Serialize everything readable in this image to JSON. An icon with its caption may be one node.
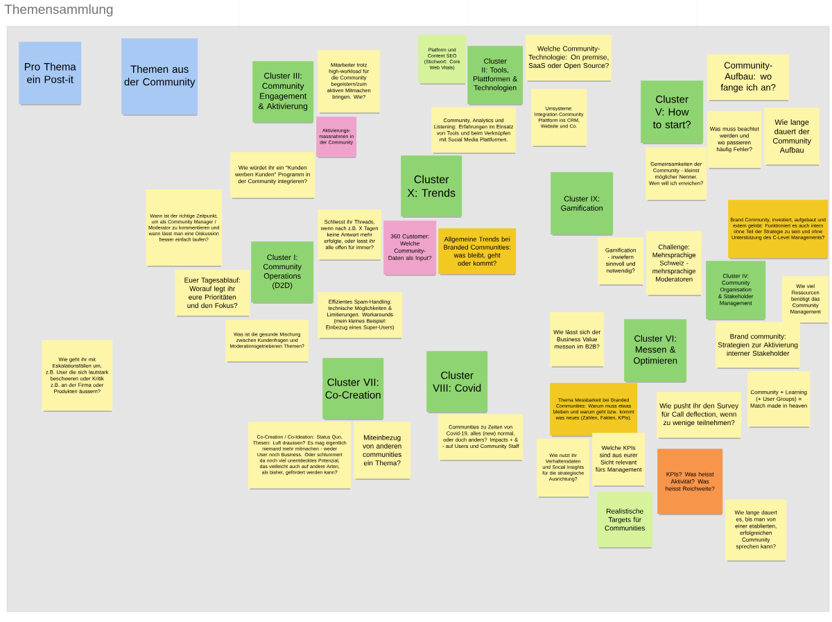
{
  "diagram": {
    "title": "Themensammlung",
    "nodes": [
      {
        "text": [
          "Pro Thema ein Post-it"
        ]
      },
      {
        "text": [
          "Themen aus der Community"
        ]
      },
      {
        "text": [
          "Cluster III: Community Engagement & Aktivierung"
        ]
      },
      {
        "text": [
          "Mitarbeiter trotz high-workload für die Community begeistern/zum aktiven Mitmachen bringen. Wie?"
        ]
      },
      {
        "text": [
          "Platform und Content SEO (Stichwort: Core Web Vitals)"
        ]
      },
      {
        "text": [
          "Cluster II: Tools, Plattformen & Technologien"
        ]
      },
      {
        "text": [
          "Welche Community-Technologie: On premise, SaaS oder Open Source?"
        ]
      },
      {
        "text": [
          "Aktivierungs-massnahmen in der Community"
        ]
      },
      {
        "text": [
          "Community, Analytics und Listening: Erfahrungen im Einsatz von Tools und beim Verknüpfen mit Social Media Plattformen."
        ]
      },
      {
        "text": [
          "Umsysteme: Integration Community Plattform ins CRM, Website und Co."
        ]
      },
      {
        "text": [
          "Community-Aufbau: wo fange ich an?"
        ]
      },
      {
        "text": [
          "Cluster V: How to start?"
        ]
      },
      {
        "text": [
          "Was muss beachtet werden und wo passieren häufig Fehler?"
        ]
      },
      {
        "text": [
          "Wie lange dauert der Community Aufbau"
        ]
      },
      {
        "text": [
          "Gemeinsamkeiten der Community - kleinst möglicher Nenner. Wen will ich erreichen?"
        ]
      },
      {
        "text": [
          "Wie würdet ihr ein \"Kunden werben Kunden\" Programm in der Community integrieren?"
        ]
      },
      {
        "text": [
          "Cluster X: Trends"
        ]
      },
      {
        "text": [
          "Cluster IX: Gamification"
        ]
      },
      {
        "text": [
          "Wann ist der richtige Zeitpunkt, um als Community Manager / Moderator zu kommentieren und wann lässt man eine Diskussion besser einfach laufen?"
        ]
      },
      {
        "text": [
          "Schliesst ihr Threads, wenn nach z.B. X Tagen keine Antwort mehr erfolgte, oder lasst ihr alle offen für immer?"
        ]
      },
      {
        "text": [
          "360 Customer: Welche Community-Daten als Input?"
        ]
      },
      {
        "text": [
          "Allgemeine Trends bei Branded Communities: was bleibt, geht oder kommt?"
        ]
      },
      {
        "text": [
          "Brand Community, investiert, aufgebaut und extern gelobt: Funktioniert es auch intern ohne Teil der Strategie zu sein und ohne Unterstützung des C-Level Managements?"
        ]
      },
      {
        "text": [
          "Gamification - inwiefern sinnvoll und notwendig?"
        ]
      },
      {
        "text": [
          "Challenge: Mehrsprachige Schweiz - mehrsprachige Moderatoren"
        ]
      },
      {
        "text": [
          "Cluster I: Community Operations (D2D)"
        ]
      },
      {
        "text": [
          "Euer Tagesablauf: Worauf legt ihr eure Prioritäten und den Fokus?"
        ]
      },
      {
        "text": [
          "Cluster IV: Community Organisation & Stakeholder Management"
        ]
      },
      {
        "text": [
          "Wie viel Ressourcen benötigt das Community Management"
        ]
      },
      {
        "text": [
          "Effizientes Spam-Handling: technische Möglichkeiten & Limitierungen. Workarounds (mein kleines Beispiel: Einbezug eines Super-Users)"
        ]
      },
      {
        "text": [
          "Was ist die gesunde Mischung zwischen Kundenfragen und Moderationsgetriebenen Themen?"
        ]
      },
      {
        "text": [
          "Wie lässt sich der Business Value messen im B2B?"
        ]
      },
      {
        "text": [
          "Brand community: Strategien zur Aktivierung interner Stakeholder"
        ]
      },
      {
        "text": [
          "Cluster VI: Messen & Optimieren"
        ]
      },
      {
        "text": [
          "Wie geht ihr mit Eskalationsfällen um, z.B. User die sich lautstark beschweren oder Kritik z.B. an der Firma oder Produkten äussern?"
        ]
      },
      {
        "text": [
          "Cluster VII: Co-Creation"
        ]
      },
      {
        "text": [
          "Cluster VIII: Covid"
        ]
      },
      {
        "text": [
          "Thema Messbarkeit bei Branded Communities: Warum muss etwas bleiben und warum geht bzw. kommt was neues (Zahlen, Fakten, KPIs)."
        ]
      },
      {
        "text": [
          "Community + Learning (+ User Groups) = Match made in heaven"
        ]
      },
      {
        "text": [
          "Wie pusht ihr den Survey für Call deflection, wenn zu wenige teilnehmen?"
        ]
      },
      {
        "text": [
          "Co-Creation / Co-Ideation: Status Quo, Thesen: Luft draussen? Es mag eigentlich niemand mehr mitmachen - weder User noch Business. Oder schlummert da noch viel unentdecktes Potenzial, das vielleicht auch auf andere Arten, als bisher, gefördert werden kann?"
        ]
      },
      {
        "text": [
          "Miteinbezug von anderen communities ein Thema?"
        ]
      },
      {
        "text": [
          "Communities zu Zeiten von Covid-19, alles (new) normal, oder doch anders? Impacts + & - auf Users und Community Staff"
        ]
      },
      {
        "text": [
          "Wie nutzt ihr Verhaltensdaten und Social Insights für die strategische Ausrichtung?"
        ]
      },
      {
        "text": [
          "Welche KPIs sind aus eurer Sicht relevant fürs Management"
        ]
      },
      {
        "text": [
          "KPIs? Was heisst Aktivität? Was heisst Reichweite?"
        ]
      },
      {
        "text": [
          "Realistische Targets für Communities"
        ]
      },
      {
        "text": [
          "Wie lange dauert es, bis man von einer etablierten, erfolgreichen Community sprechen kann?"
        ]
      }
    ]
  }
}
